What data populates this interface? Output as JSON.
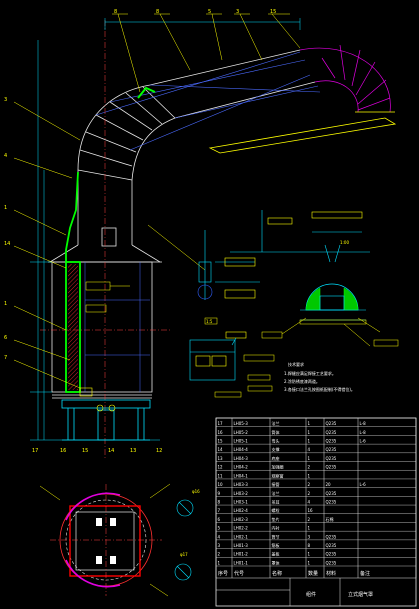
{
  "drawing": {
    "callouts_top": [
      "8",
      "8",
      "5",
      "3",
      "15"
    ],
    "callouts_left": [
      "3",
      "4",
      "1",
      "14",
      "1",
      "6",
      "7"
    ],
    "callouts_bottom": [
      "17",
      "16",
      "15",
      "14",
      "13",
      "12"
    ],
    "detail_labels": {
      "detail_a_dim": "1:00",
      "detail_b_dim": "1:00",
      "plane_dim_top": "φ16",
      "plane_dim_bottom": "φ17",
      "scale_label": "1:5"
    },
    "notes": {
      "heading": "技术要求",
      "lines": [
        "1.焊缝应满足焊接工艺要求。",
        "2.涂防锈底漆两道。",
        "3.各接口法兰孔按图纸配制(不得错位)。"
      ]
    }
  },
  "title_block": {
    "title": "立式烟气罩",
    "col_headers": [
      "序号",
      "代号",
      "名称",
      "数量",
      "材料",
      "备注"
    ],
    "group_label": "组件",
    "rows": [
      [
        "17",
        "LH05-3",
        "法兰",
        "1",
        "Q235",
        "L-8"
      ],
      [
        "16",
        "LH05-2",
        "筒体",
        "1",
        "Q235",
        "L-8"
      ],
      [
        "15",
        "LH05-1",
        "弯头",
        "1",
        "Q235",
        "L-6"
      ],
      [
        "14",
        "LH04-4",
        "支撑",
        "4",
        "Q235",
        ""
      ],
      [
        "13",
        "LH04-3",
        "底座",
        "1",
        "Q235",
        ""
      ],
      [
        "12",
        "LH04-2",
        "加强圈",
        "2",
        "Q235",
        ""
      ],
      [
        "11",
        "LH04-1",
        "观察窗",
        "1",
        "",
        ""
      ],
      [
        "10",
        "LH03-3",
        "接管",
        "2",
        "20",
        "L-6"
      ],
      [
        "9",
        "LH03-2",
        "法兰",
        "2",
        "Q235",
        ""
      ],
      [
        "8",
        "LH03-1",
        "吊耳",
        "4",
        "Q235",
        ""
      ],
      [
        "7",
        "LH02-4",
        "螺栓",
        "16",
        "",
        ""
      ],
      [
        "6",
        "LH02-3",
        "垫片",
        "2",
        "石棉",
        ""
      ],
      [
        "5",
        "LH02-2",
        "内衬",
        "1",
        "",
        ""
      ],
      [
        "4",
        "LH02-1",
        "筒节",
        "3",
        "Q235",
        ""
      ],
      [
        "3",
        "LH01-3",
        "筋板",
        "8",
        "Q235",
        ""
      ],
      [
        "2",
        "LH01-2",
        "盖板",
        "1",
        "Q235",
        ""
      ],
      [
        "1",
        "LH01-1",
        "罩体",
        "1",
        "Q235",
        ""
      ]
    ]
  }
}
